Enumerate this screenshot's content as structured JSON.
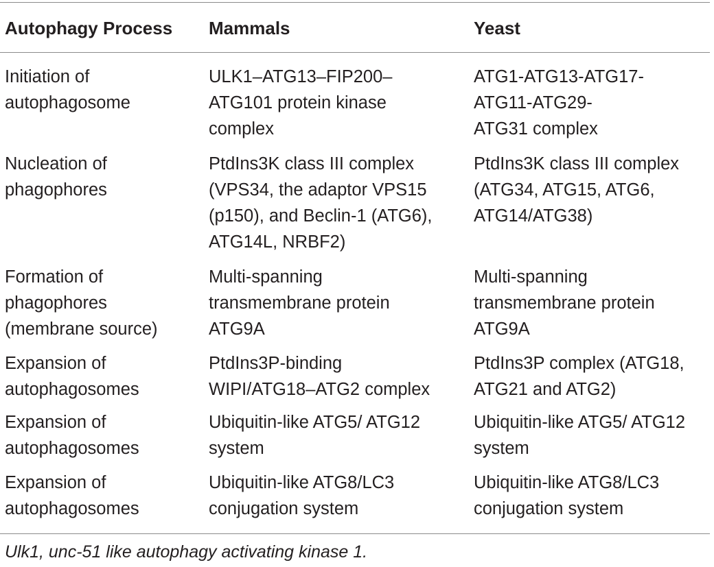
{
  "table": {
    "headers": [
      "Autophagy Process",
      "Mammals",
      "Yeast"
    ],
    "rows": [
      {
        "process": "Initiation of\nautophagosome",
        "mammals": "ULK1–ATG13–FIP200–\nATG101 protein kinase\ncomplex",
        "yeast": "ATG1-ATG13-ATG17-\nATG11-ATG29-\nATG31 complex"
      },
      {
        "process": "Nucleation of\nphagophores",
        "mammals": "PtdIns3K class III complex\n(VPS34, the adaptor VPS15\n(p150), and Beclin-1 (ATG6),\nATG14L, NRBF2)",
        "yeast": "PtdIns3K class III complex\n(ATG34, ATG15, ATG6,\nATG14/ATG38)"
      },
      {
        "process": "Formation of\nphagophores\n(membrane source)",
        "mammals": "Multi-spanning\ntransmembrane protein\nATG9A",
        "yeast": "Multi-spanning\ntransmembrane protein\nATG9A"
      },
      {
        "process": "Expansion of\nautophagosomes",
        "mammals": "PtdIns3P-binding\nWIPI/ATG18–ATG2 complex",
        "yeast": "PtdIns3P complex (ATG18,\nATG21 and ATG2)"
      },
      {
        "process": "Expansion of\nautophagosomes",
        "mammals": "Ubiquitin-like ATG5/ ATG12\nsystem",
        "yeast": "Ubiquitin-like ATG5/ ATG12\nsystem"
      },
      {
        "process": "Expansion of\nautophagosomes",
        "mammals": "Ubiquitin-like ATG8/LC3\nconjugation system",
        "yeast": "Ubiquitin-like ATG8/LC3\nconjugation system"
      }
    ]
  },
  "footnote": "Ulk1, unc-51 like autophagy activating kinase 1."
}
